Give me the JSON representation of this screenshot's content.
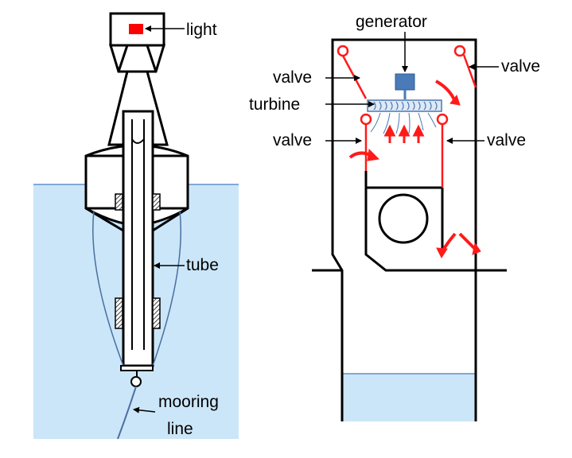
{
  "left_diagram": {
    "labels": {
      "light": "light",
      "tube": "tube",
      "mooring_1": "mooring",
      "mooring_2": "line"
    }
  },
  "right_diagram": {
    "labels": {
      "generator": "generator",
      "valve_top_left": "valve",
      "valve_top_right": "valve",
      "turbine": "turbine",
      "valve_mid_left": "valve",
      "valve_mid_right": "valve"
    }
  },
  "colors": {
    "water": "#cbe6f8",
    "waterline": "#7fa9d6",
    "structure": "#000000",
    "valve": "#ff1a1a",
    "light": "#ff0000",
    "generator": "#4a7ab8",
    "turbine": "#4a78b0"
  }
}
